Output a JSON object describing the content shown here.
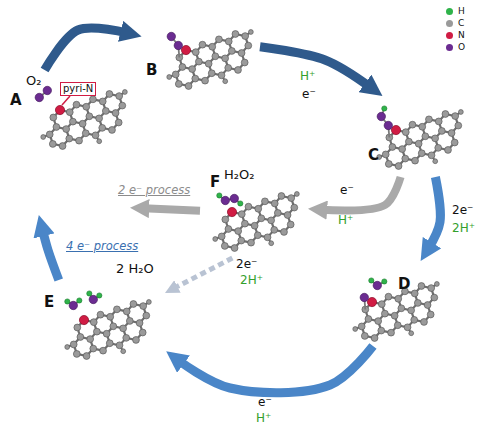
{
  "diagram": {
    "nodes": [
      {
        "text": [
          "A"
        ]
      },
      {
        "text": [
          "B"
        ]
      },
      {
        "text": [
          "C"
        ]
      },
      {
        "text": [
          "D"
        ]
      },
      {
        "text": [
          "E"
        ]
      },
      {
        "text": [
          "F"
        ]
      }
    ],
    "edges": [
      {
        "from": 0,
        "to": 1,
        "arrow": "to"
      },
      {
        "from": 1,
        "to": 2,
        "label": "H⁺",
        "arrow": "to"
      },
      {
        "from": 2,
        "to": 5,
        "label": "e⁻",
        "arrow": "to"
      },
      {
        "from": 2,
        "to": 3,
        "label": "2e⁻",
        "arrow": "to"
      },
      {
        "from": 3,
        "to": 4,
        "label": "e⁻",
        "arrow": "to"
      },
      {
        "from": 4,
        "to": 0,
        "label": "4 e⁻ process",
        "arrow": "to"
      },
      {
        "from": 5,
        "to": 0,
        "label": "2 e⁻ process",
        "arrow": "to"
      },
      {
        "from": 5,
        "to": 4,
        "label": "2e⁻",
        "arrow": "to"
      }
    ],
    "labels": [
      "O₂",
      "pyri-N",
      "H₂O₂",
      "2 H₂O",
      "e⁻",
      "H⁺",
      "2H⁺",
      "H⁺",
      "2H⁺"
    ],
    "legend": [
      {
        "text": "H",
        "color": "#2fb34a"
      },
      {
        "text": "C",
        "color": "#9a9a9a"
      },
      {
        "text": "N",
        "color": "#d01c44"
      },
      {
        "text": "O",
        "color": "#6b2c91"
      }
    ]
  }
}
